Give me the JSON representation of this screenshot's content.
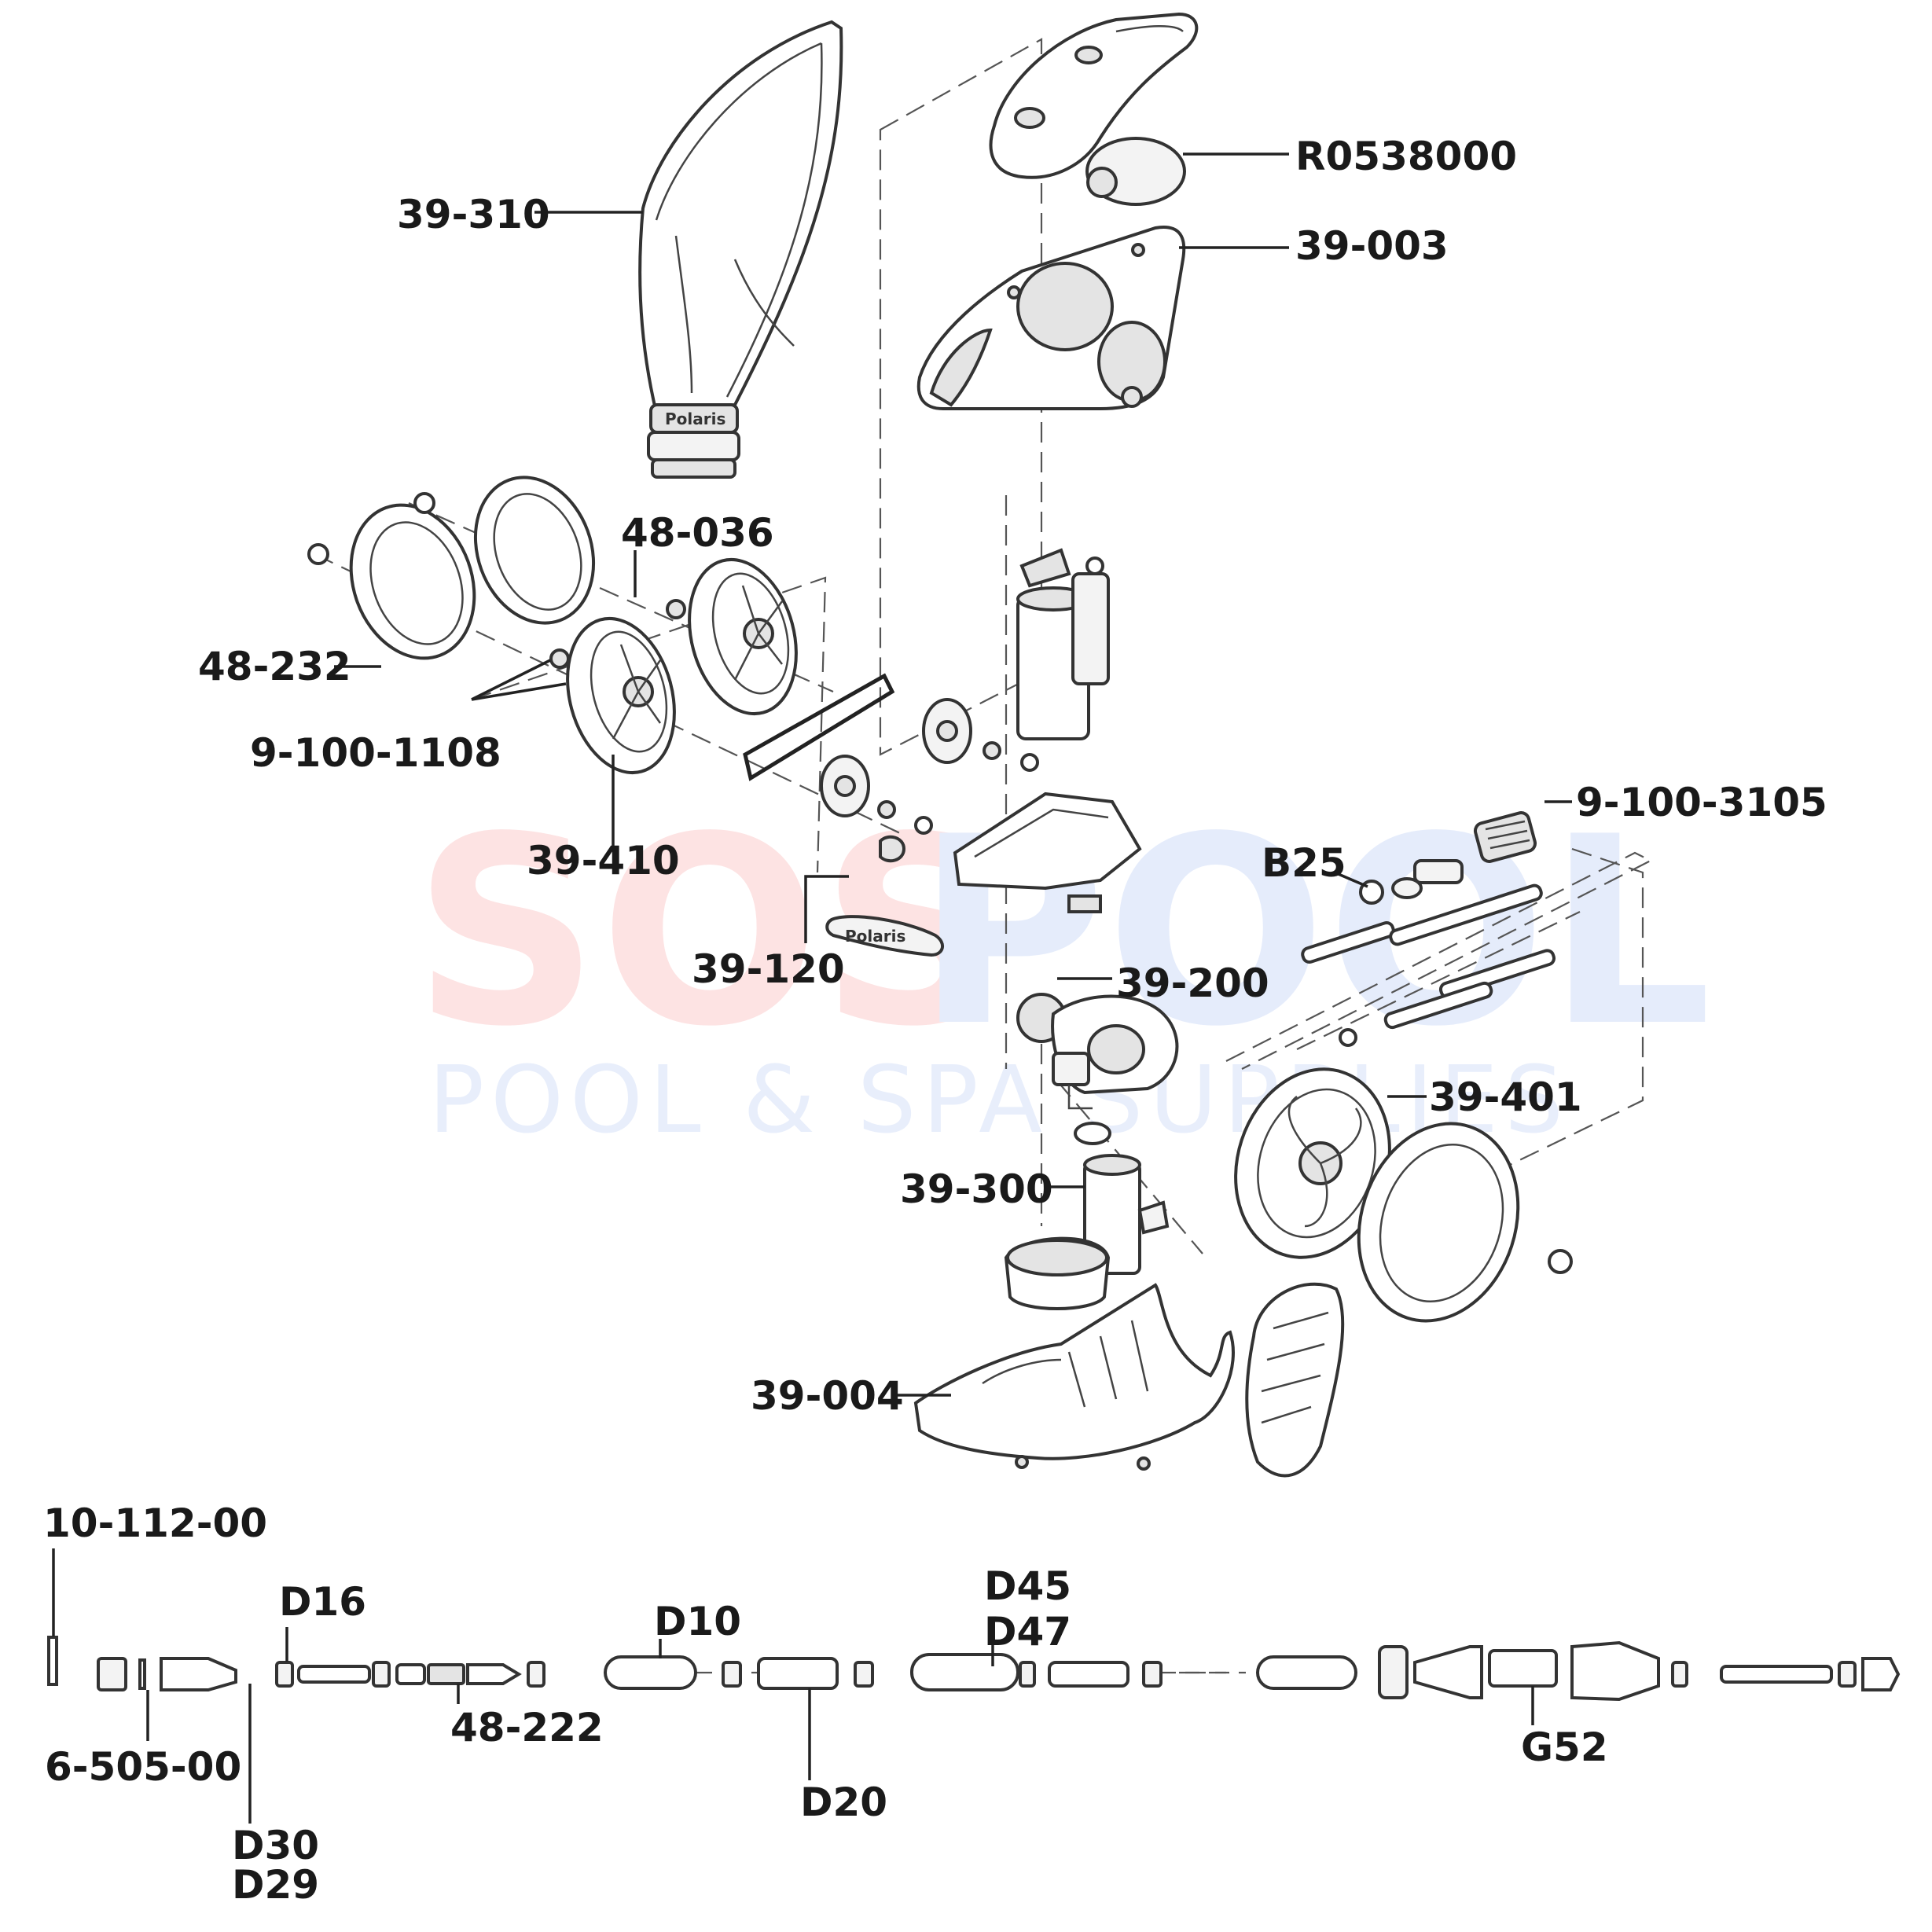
{
  "colors": {
    "label": "#1a1a1a",
    "watermark_sos": "#fde3e3",
    "watermark_pool": "#e5ecfb",
    "watermark_sub": "#e8eefb"
  },
  "watermark": {
    "sos": "SOS",
    "pool": "POOL",
    "subtitle": "POOL & SPA SUPPLIES"
  },
  "brand": {
    "bag_logo": "Polaris",
    "bumper_logo": "Polaris"
  },
  "labels": {
    "p39_310": "39-310",
    "r0538000": "R0538000",
    "p39_003": "39-003",
    "p48_036": "48-036",
    "p48_232": "48-232",
    "p9_100_1108": "9-100-1108",
    "p39_410": "39-410",
    "p9_100_3105": "9-100-3105",
    "b25": "B25",
    "p39_120": "39-120",
    "p39_200": "39-200",
    "p39_401": "39-401",
    "p39_300": "39-300",
    "p39_004": "39-004",
    "p10_112_00": "10-112-00",
    "d16": "D16",
    "d10": "D10",
    "d45": "D45",
    "d47": "D47",
    "p48_222": "48-222",
    "p6_505_00": "6-505-00",
    "d20": "D20",
    "g52": "G52",
    "d30": "D30",
    "d29": "D29"
  }
}
